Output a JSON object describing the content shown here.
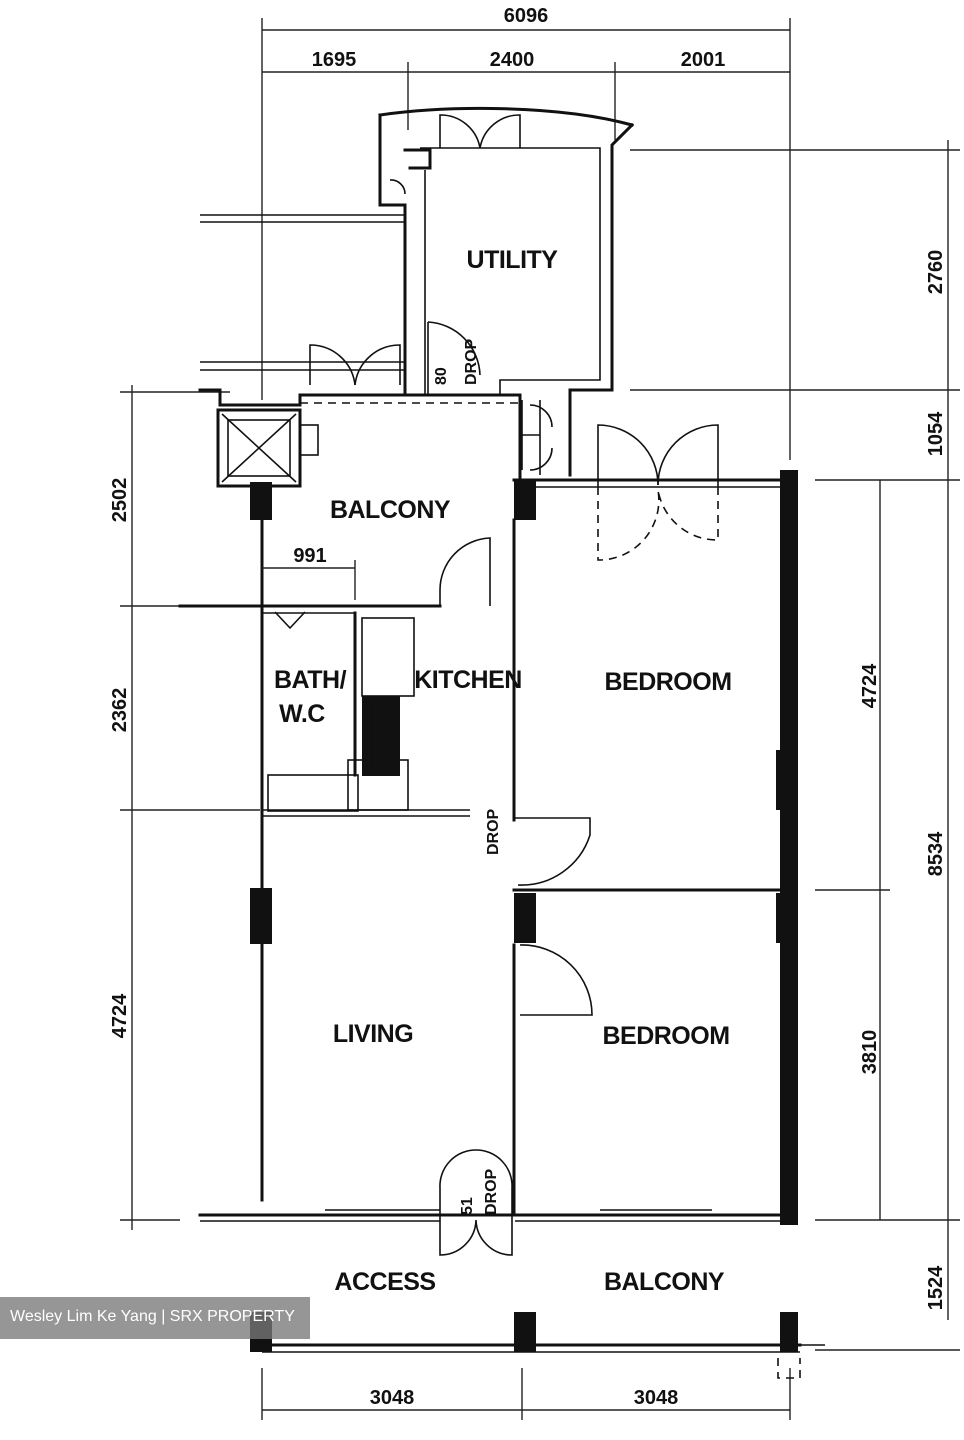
{
  "rooms": {
    "utility": "UTILITY",
    "balcony_top": "BALCONY",
    "bath_line1": "BATH/",
    "bath_line2": "W.C",
    "kitchen": "KITCHEN",
    "bedroom_1": "BEDROOM",
    "living": "LIVING",
    "bedroom_2": "BEDROOM",
    "access": "ACCESS",
    "balcony_bottom": "BALCONY"
  },
  "dimensions": {
    "top_total": "6096",
    "top_left": "1695",
    "top_middle": "2400",
    "top_right": "2001",
    "bath_width": "991",
    "left_1": "2502",
    "left_2": "2362",
    "left_3": "4724",
    "right_1": "2760",
    "right_2": "1054",
    "right_3": "4724",
    "right_4": "3810",
    "right_total": "8534",
    "right_5": "1524",
    "bottom_left": "3048",
    "bottom_right": "3048"
  },
  "markers": {
    "drop_utility": "DROP",
    "drop_utility_num": "80",
    "drop_kitchen": "DROP",
    "drop_access": "DROP",
    "drop_access_num": "51"
  },
  "watermark": "Wesley Lim Ke Yang | SRX PROPERTY"
}
